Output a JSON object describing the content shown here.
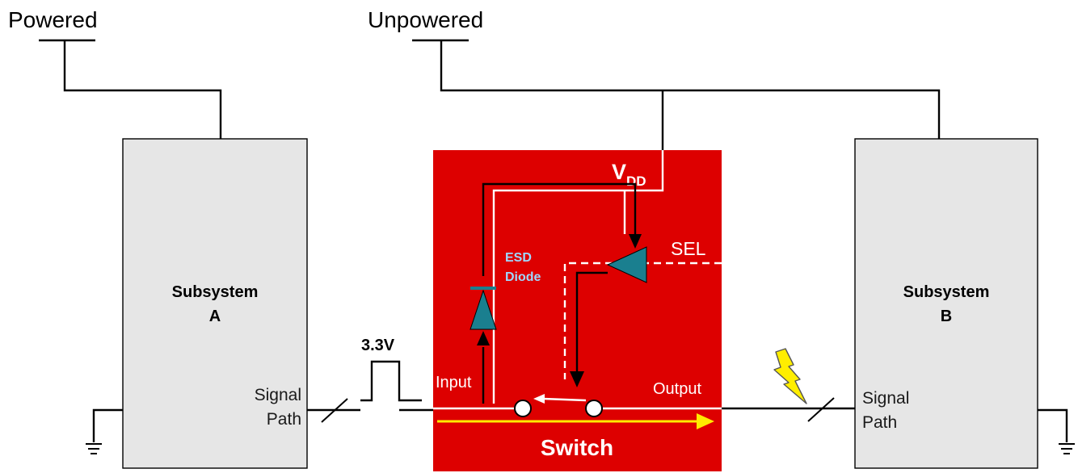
{
  "power_labels": {
    "powered": "Powered",
    "unpowered": "Unpowered"
  },
  "subsystems": [
    {
      "line1": "Subsystem",
      "line2": "A",
      "signal_line1": "Signal",
      "signal_line2": "Path"
    },
    {
      "line1": "Subsystem",
      "line2": "B",
      "signal_line1": "Signal",
      "signal_line2": "Path"
    }
  ],
  "switch": {
    "title": "Switch",
    "vdd_main": "V",
    "vdd_sub": "DD",
    "sel": "SEL",
    "esd_line1": "ESD",
    "esd_line2": "Diode",
    "input": "Input",
    "output": "Output"
  },
  "pulse_label": "3.3V",
  "colors": {
    "switch_fill": "#dd0000",
    "subsystem_fill": "#e6e6e6",
    "triangle_fill": "#1a7f8f",
    "esd_text": "#9fd8ff",
    "arrow_yellow": "#ffea00",
    "lightning": "#ffee00"
  },
  "icons": {
    "ground": "ground-icon",
    "lightning": "lightning-bolt-icon",
    "diode": "esd-diode-icon",
    "buffer": "sel-buffer-icon"
  }
}
